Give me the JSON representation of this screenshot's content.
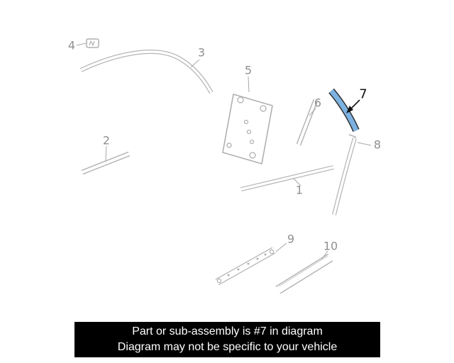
{
  "diagram": {
    "title": "exploded-parts-diagram",
    "line_color": "#b5b5b5",
    "label_color": "#8f8f8f",
    "highlight_color": "#7cb2e0",
    "highlight_outline": "#2f2f2f",
    "labels": [
      {
        "text": "1"
      },
      {
        "text": "2"
      },
      {
        "text": "3"
      },
      {
        "text": "4"
      },
      {
        "text": "5"
      },
      {
        "text": "6"
      },
      {
        "text": "7"
      },
      {
        "text": "8"
      },
      {
        "text": "9"
      },
      {
        "text": "10"
      }
    ],
    "highlighted_part": "7"
  },
  "banner": {
    "bg": "#000000",
    "fg": "#ffffff",
    "line1": "Part or sub-assembly is #7 in diagram",
    "line2": "Diagram may not be specific to your vehicle"
  }
}
